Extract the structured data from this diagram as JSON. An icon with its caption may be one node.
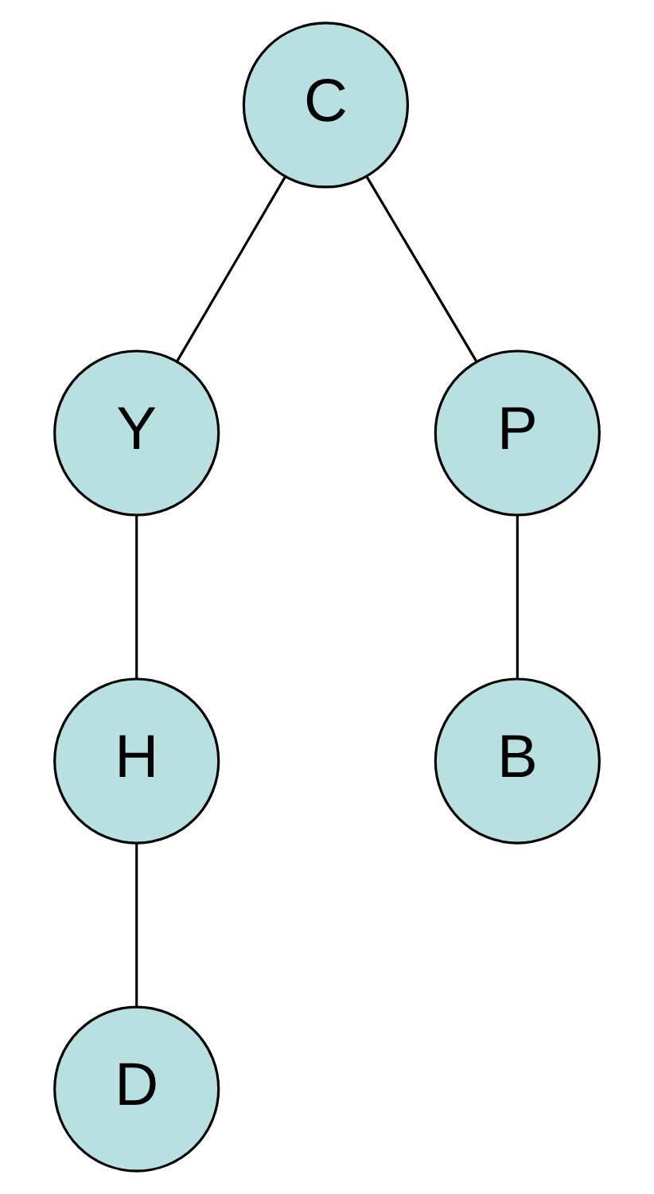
{
  "diagram": {
    "nodes": [
      {
        "text": [
          "C"
        ]
      },
      {
        "text": [
          "Y"
        ]
      },
      {
        "text": [
          "P"
        ]
      },
      {
        "text": [
          "H"
        ]
      },
      {
        "text": [
          "B"
        ]
      },
      {
        "text": [
          "D"
        ]
      }
    ],
    "edges": [
      {
        "from": 0,
        "to": 1,
        "arrow": "none"
      },
      {
        "from": 0,
        "to": 2,
        "arrow": "none"
      },
      {
        "from": 1,
        "to": 3,
        "arrow": "none"
      },
      {
        "from": 2,
        "to": 4,
        "arrow": "none"
      },
      {
        "from": 3,
        "to": 5,
        "arrow": "none"
      }
    ]
  }
}
